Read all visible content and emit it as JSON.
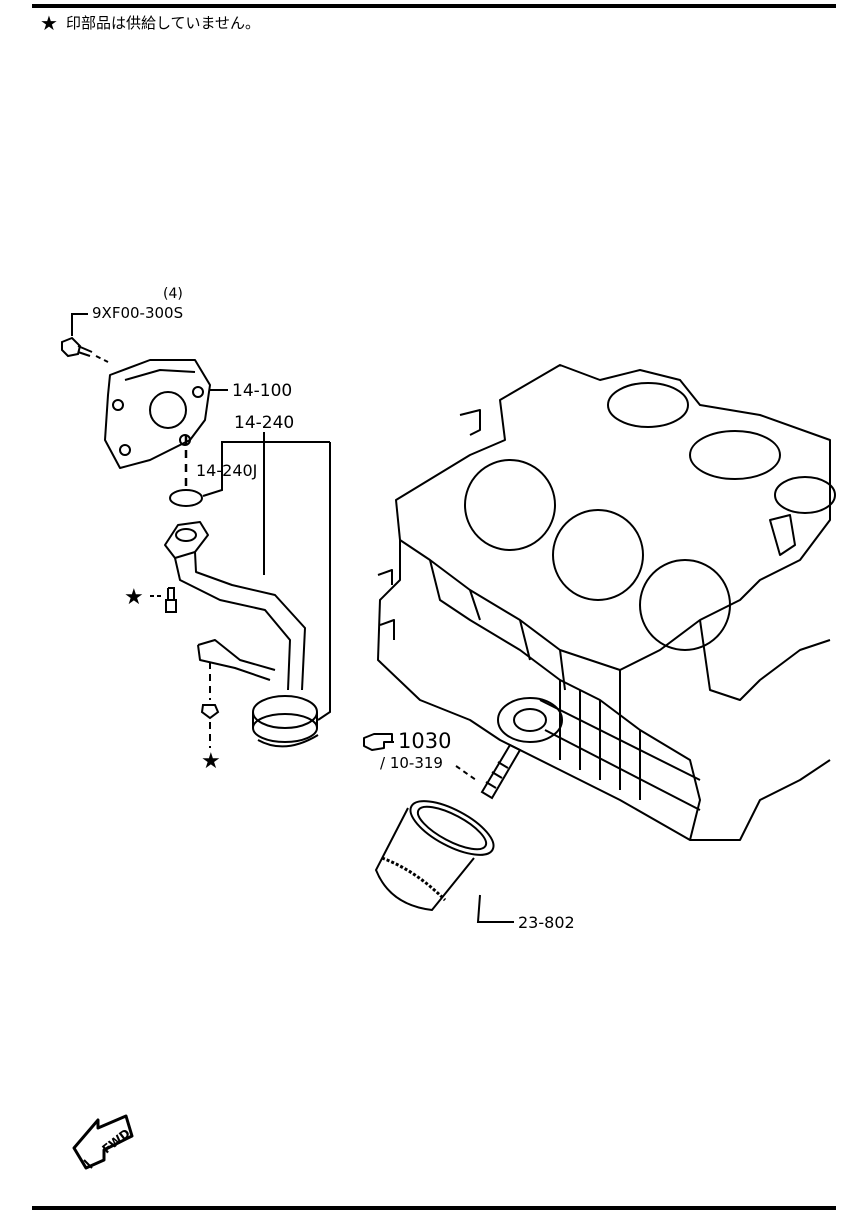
{
  "legend": {
    "star_symbol": "★",
    "note_text": "印部品は供給していません。"
  },
  "callouts": {
    "bolt_qty": "(4)",
    "bolt_part": "9XF00-300S",
    "pump_cover": "14-100",
    "strainer": "14-240",
    "gasket": "14-240J",
    "section_ref": "1030",
    "section_sub": "/ 10-319",
    "oil_filter": "23-802"
  },
  "fwd_label": "FWD",
  "icons": {
    "star": "star-icon",
    "pointing_hand": "pointing-hand-icon",
    "fwd_arrow": "fwd-arrow-icon"
  }
}
